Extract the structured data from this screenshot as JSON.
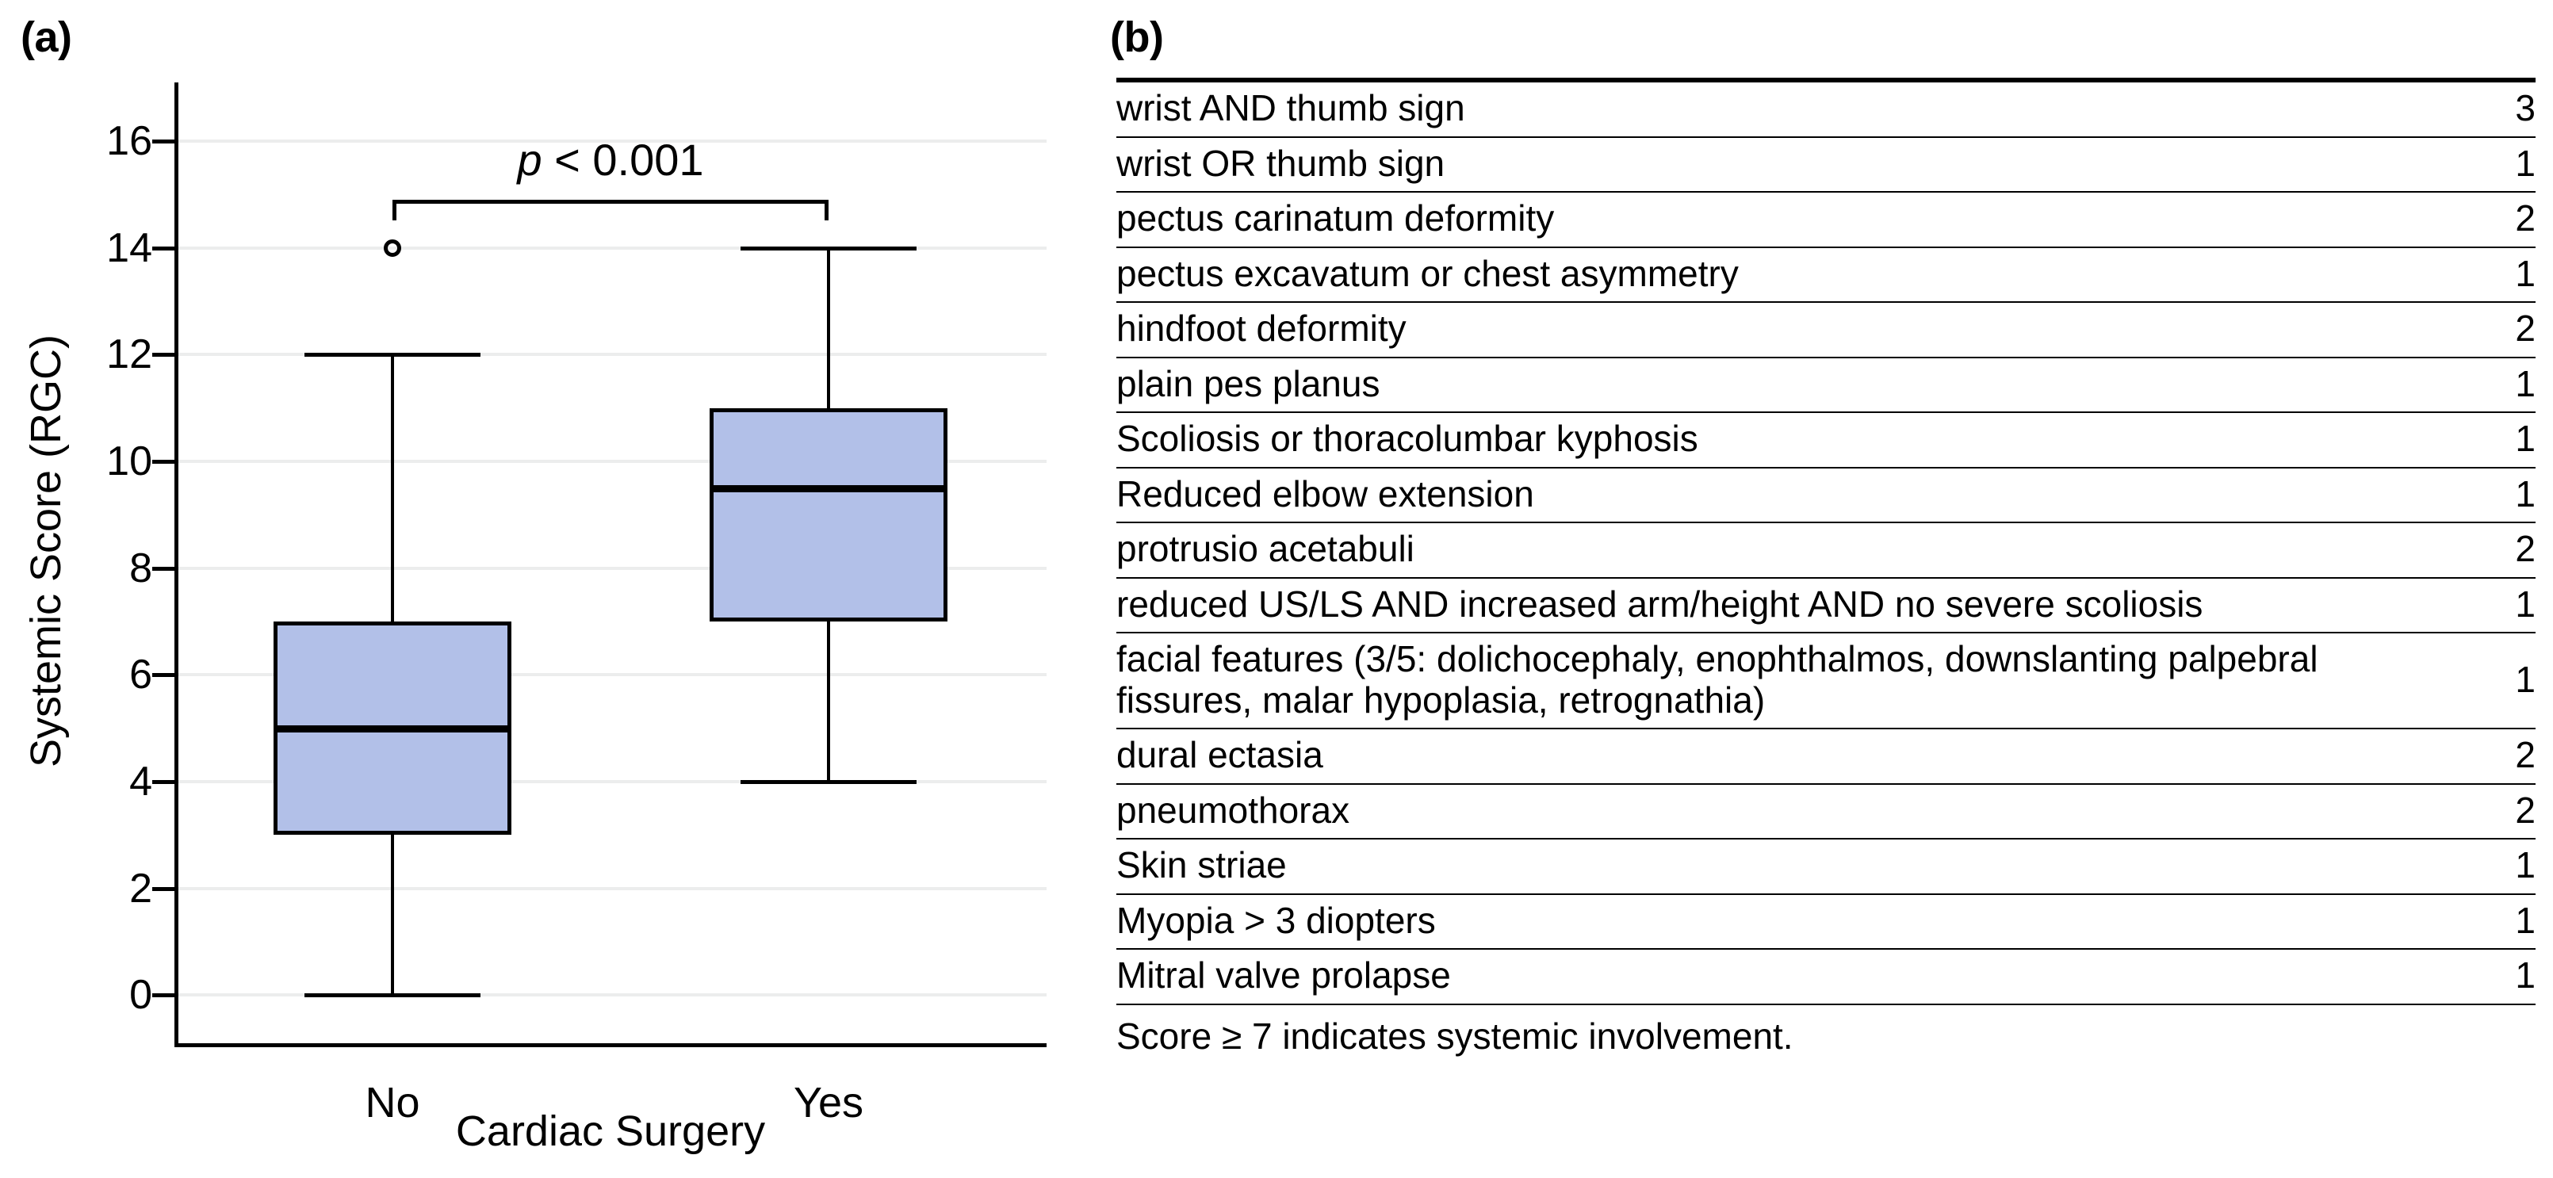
{
  "panels": {
    "a_label": "(a)",
    "b_label": "(b)"
  },
  "chart_data": {
    "type": "box",
    "title": "",
    "xlabel": "Cardiac Surgery",
    "ylabel": "Systemic Score (RGC)",
    "ylim": [
      -0.9,
      17.1
    ],
    "yticks": [
      0,
      2,
      4,
      6,
      8,
      10,
      12,
      14,
      16
    ],
    "ytick_labels": [
      "0",
      "2",
      "4",
      "6",
      "8",
      "10",
      "12",
      "14",
      "16"
    ],
    "grid": "horizontal",
    "legend": "none",
    "categories": [
      "No",
      "Yes"
    ],
    "boxes": [
      {
        "name": "No",
        "whisker_low": 0,
        "q1": 3,
        "median": 5,
        "q3": 7,
        "whisker_high": 12,
        "outliers": [
          14
        ]
      },
      {
        "name": "Yes",
        "whisker_low": 4,
        "q1": 7,
        "median": 9.5,
        "q3": 11,
        "whisker_high": 14,
        "outliers": []
      }
    ],
    "annotations": [
      {
        "kind": "significance-bracket",
        "from": "No",
        "to": "Yes",
        "text_italic": "p",
        "text_rest": " < 0.001",
        "y": 14.9
      }
    ],
    "colors": {
      "box_fill": "#b2c0e8",
      "box_edge": "#000000",
      "gridline": "#eceded",
      "axis": "#000000"
    }
  },
  "table": {
    "rows": [
      {
        "criterion": "wrist AND thumb sign",
        "score": "3"
      },
      {
        "criterion": "wrist OR thumb sign",
        "score": "1"
      },
      {
        "criterion": "pectus carinatum deformity",
        "score": "2"
      },
      {
        "criterion": "pectus excavatum or chest asymmetry",
        "score": "1"
      },
      {
        "criterion": "hindfoot deformity",
        "score": "2"
      },
      {
        "criterion": "plain pes planus",
        "score": "1"
      },
      {
        "criterion": "Scoliosis or thoracolumbar kyphosis",
        "score": "1"
      },
      {
        "criterion": "Reduced elbow extension",
        "score": "1"
      },
      {
        "criterion": "protrusio acetabuli",
        "score": "2"
      },
      {
        "criterion": "reduced US/LS AND increased arm/height AND no severe scoliosis",
        "score": "1"
      },
      {
        "criterion": "facial features (3/5: dolichocephaly, enophthalmos, downslanting palpebral fissures, malar hypoplasia, retrognathia)",
        "score": "1"
      },
      {
        "criterion": "dural ectasia",
        "score": "2"
      },
      {
        "criterion": "pneumothorax",
        "score": "2"
      },
      {
        "criterion": "Skin striae",
        "score": "1"
      },
      {
        "criterion": "Myopia > 3 diopters",
        "score": "1"
      },
      {
        "criterion": "Mitral valve prolapse",
        "score": "1"
      }
    ],
    "footnote": "Score ≥ 7 indicates systemic involvement."
  }
}
